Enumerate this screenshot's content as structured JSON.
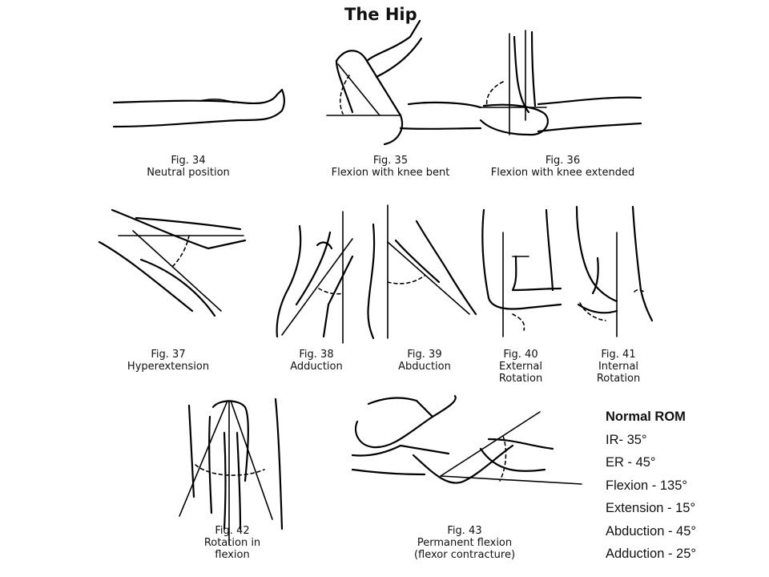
{
  "title": "The Hip",
  "figures": [
    {
      "num": "Fig. 34",
      "caption": [
        "Neutral position"
      ]
    },
    {
      "num": "Fig. 35",
      "caption": [
        "Flexion with knee bent"
      ]
    },
    {
      "num": "Fig. 36",
      "caption": [
        "Flexion with knee extended"
      ]
    },
    {
      "num": "Fig. 37",
      "caption": [
        "Hyperextension"
      ]
    },
    {
      "num": "Fig. 38",
      "caption": [
        "Adduction"
      ]
    },
    {
      "num": "Fig. 39",
      "caption": [
        "Abduction"
      ]
    },
    {
      "num": "Fig. 40",
      "caption": [
        "External",
        "Rotation"
      ]
    },
    {
      "num": "Fig. 41",
      "caption": [
        "Internal",
        "Rotation"
      ]
    },
    {
      "num": "Fig. 42",
      "caption": [
        "Rotation in",
        "flexion"
      ]
    },
    {
      "num": "Fig. 43",
      "caption": [
        "Permanent flexion",
        "(flexor contracture)"
      ]
    }
  ],
  "rom": {
    "heading": "Normal ROM",
    "items": [
      "IR- 35°",
      "ER - 45°",
      "Flexion - 135°",
      "Extension - 15°",
      "Abduction - 45°",
      "Adduction - 25°"
    ]
  }
}
